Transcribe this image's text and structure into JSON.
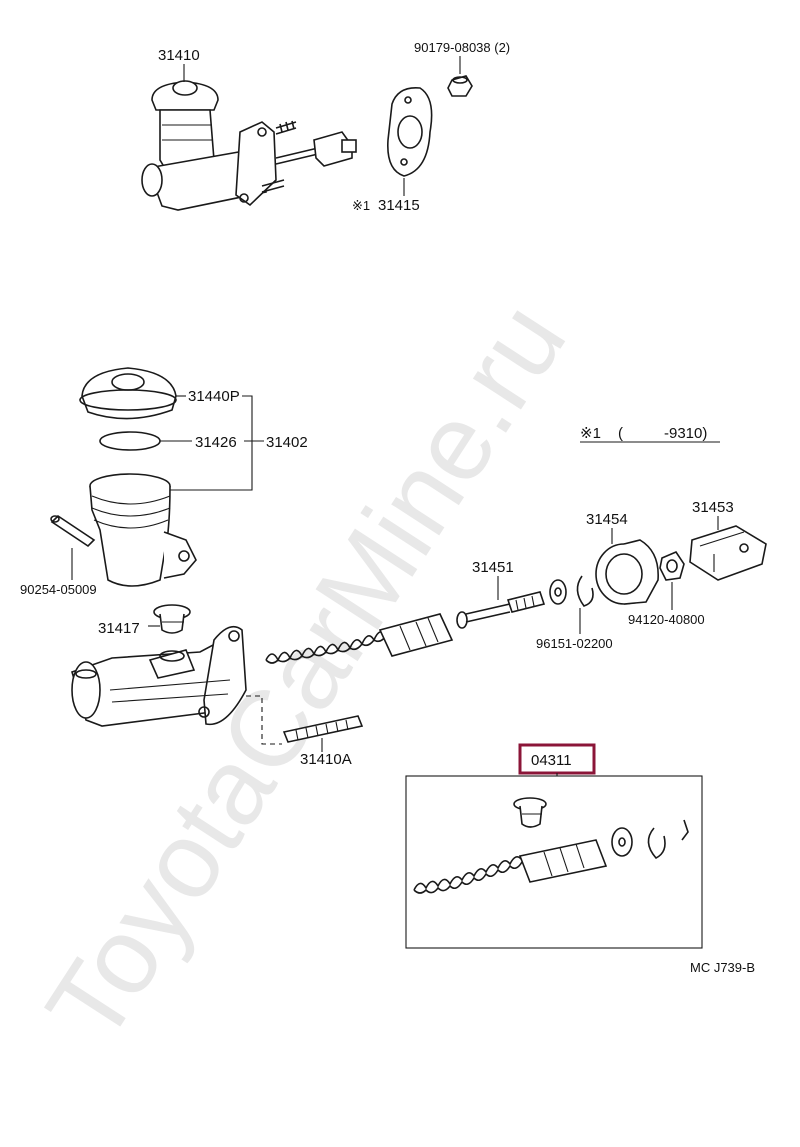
{
  "watermark": "ToyotaCarMine.ru",
  "note": {
    "marker": "※1",
    "range_open": "(",
    "range_end": "-9310)"
  },
  "labels": {
    "assy_top": "31410",
    "nut": "90179-08038 (2)",
    "gasket": "31415",
    "reservoir_cap": "31440P",
    "cap_seal": "31426",
    "reservoir": "31402",
    "pin": "90254-05009",
    "grommet": "31417",
    "push_rod": "31451",
    "boot": "31454",
    "clevis": "31453",
    "snap_ring": "96151-02200",
    "clevis_nut": "94120-40800",
    "stud": "31410A",
    "kit": "04311",
    "diagram_code": "MC J739-B"
  },
  "colors": {
    "ink": "#1a1a1a",
    "highlight": "#8b1538",
    "watermark": "#e8e8e8"
  }
}
